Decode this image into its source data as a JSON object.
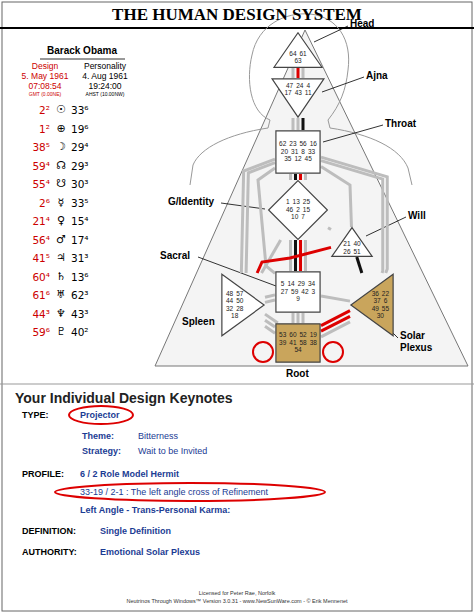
{
  "diagram": {
    "title": "THE HUMAN DESIGN SYSTEM",
    "nodes": [
      {
        "text": [
          "Head",
          "64",
          "61",
          "63"
        ]
      },
      {
        "text": [
          "Ajna",
          "47",
          "24",
          "4",
          "17",
          "43",
          "11"
        ]
      },
      {
        "text": [
          "Throat",
          "62",
          "23",
          "56",
          "16",
          "20",
          "31",
          "8",
          "33",
          "35",
          "12",
          "45"
        ]
      },
      {
        "text": [
          "G/Identity",
          "1",
          "13",
          "25",
          "46",
          "2",
          "15",
          "10",
          "7"
        ]
      },
      {
        "text": [
          "Will",
          "21",
          "40",
          "26",
          "51"
        ]
      },
      {
        "text": [
          "Sacral",
          "5",
          "14",
          "29",
          "34",
          "27",
          "59",
          "42",
          "3",
          "9"
        ]
      },
      {
        "text": [
          "Spleen",
          "48",
          "57",
          "44",
          "50",
          "32",
          "28",
          "18"
        ]
      },
      {
        "text": [
          "Solar Plexus",
          "36",
          "22",
          "37",
          "6",
          "49",
          "55",
          "30"
        ]
      },
      {
        "text": [
          "Root",
          "53",
          "60",
          "52",
          "19",
          "39",
          "41",
          "58",
          "38",
          "54"
        ]
      }
    ],
    "edges": [
      {
        "from": 0,
        "to": 1,
        "arrow": "none"
      },
      {
        "from": 0,
        "to": 1,
        "arrow": "none"
      },
      {
        "from": 0,
        "to": 1,
        "arrow": "none"
      },
      {
        "from": 1,
        "to": 2,
        "arrow": "none"
      },
      {
        "from": 1,
        "to": 2,
        "arrow": "none"
      },
      {
        "from": 1,
        "to": 2,
        "arrow": "none"
      },
      {
        "from": 2,
        "to": 3,
        "arrow": "none"
      },
      {
        "from": 2,
        "to": 3,
        "arrow": "none"
      },
      {
        "from": 2,
        "to": 3,
        "arrow": "none"
      },
      {
        "from": 2,
        "to": 3,
        "arrow": "none"
      },
      {
        "from": 2,
        "to": 6,
        "arrow": "none"
      },
      {
        "from": 2,
        "to": 6,
        "arrow": "none"
      },
      {
        "from": 2,
        "to": 5,
        "arrow": "none"
      },
      {
        "from": 2,
        "to": 4,
        "arrow": "none"
      },
      {
        "from": 2,
        "to": 7,
        "arrow": "none"
      },
      {
        "from": 2,
        "to": 7,
        "arrow": "none"
      },
      {
        "from": 3,
        "to": 4,
        "arrow": "none"
      },
      {
        "from": 3,
        "to": 5,
        "arrow": "none"
      },
      {
        "from": 3,
        "to": 5,
        "arrow": "none"
      },
      {
        "from": 3,
        "to": 5,
        "arrow": "none"
      },
      {
        "from": 3,
        "to": 5,
        "arrow": "none"
      },
      {
        "from": 3,
        "to": 6,
        "arrow": "none"
      },
      {
        "from": 5,
        "to": 6,
        "arrow": "none"
      },
      {
        "from": 5,
        "to": 6,
        "arrow": "none"
      },
      {
        "from": 6,
        "to": 8,
        "arrow": "none"
      },
      {
        "from": 6,
        "to": 8,
        "arrow": "none"
      },
      {
        "from": 6,
        "to": 8,
        "arrow": "none"
      },
      {
        "from": 5,
        "to": 8,
        "arrow": "none"
      },
      {
        "from": 5,
        "to": 8,
        "arrow": "none"
      },
      {
        "from": 5,
        "to": 8,
        "arrow": "none"
      },
      {
        "from": 5,
        "to": 7,
        "arrow": "none"
      },
      {
        "from": 4,
        "to": 6,
        "arrow": "none"
      },
      {
        "from": 4,
        "to": 7,
        "arrow": "none"
      },
      {
        "from": 7,
        "to": 8,
        "arrow": "none"
      },
      {
        "from": 7,
        "to": 8,
        "arrow": "none"
      },
      {
        "from": 7,
        "to": 8,
        "arrow": "none"
      }
    ],
    "labels": [
      "Barack Obama",
      "Design",
      "Personality",
      "5. May 1961",
      "4. Aug 1961",
      "07:08:54",
      "19:24:00",
      "GMT (0.00NE)",
      "AHST (10.00NW)",
      "2²",
      "☉",
      "33⁶",
      "1²",
      "⊕",
      "19⁶",
      "38⁵",
      "☽",
      "29⁴",
      "59⁴",
      "☊",
      "29³",
      "55⁴",
      "☋",
      "30³",
      "2⁶",
      "☿",
      "33⁵",
      "21⁴",
      "♀",
      "15⁴",
      "56⁴",
      "♂",
      "17⁴",
      "41⁵",
      "♃",
      "31³",
      "60⁴",
      "♄",
      "13⁶",
      "61⁶",
      "♅",
      "62³",
      "44³",
      "♆",
      "43³",
      "59⁶",
      "♇",
      "40²",
      "Your Individual Design Keynotes",
      "TYPE:",
      "Projector",
      "Theme:",
      "Bitterness",
      "Strategy:",
      "Wait to be Invited",
      "PROFILE:",
      "6 / 2 Role Model Hermit",
      "33-19 / 2-1 : The left angle cross of Refinement",
      "Left Angle - Trans-Personal Karma:",
      "DEFINITION:",
      "Single Definition",
      "AUTHORITY:",
      "Emotional Solar Plexus",
      "Licensed for Peter Rae, Norfolk",
      "Neutrinos Through Windows™ Version 3.0.31 - www.NewSunWare.com - © Erik Mennenet"
    ]
  }
}
